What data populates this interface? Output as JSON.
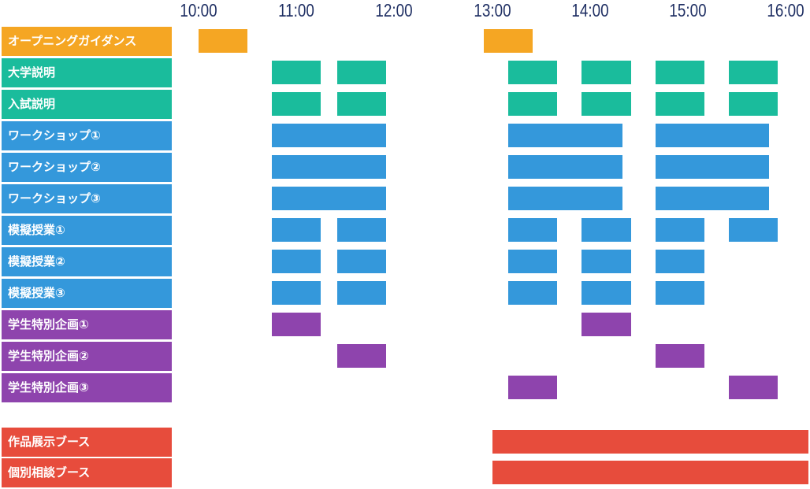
{
  "chart_data": {
    "type": "gantt",
    "time_ticks": [
      "10:00",
      "11:00",
      "12:00",
      "13:00",
      "14:00",
      "15:00",
      "16:00"
    ],
    "colors": {
      "opening": "#f5a623",
      "info": "#1abc9c",
      "program": "#3498db",
      "student": "#8e44ad",
      "booth": "#e74c3c",
      "tick_text": "#1f2f63"
    },
    "rows": [
      {
        "label": "オープニングガイダンス",
        "category": "opening",
        "sessions": [
          [
            "10:00",
            "10:30"
          ],
          [
            "12:55",
            "13:25"
          ]
        ]
      },
      {
        "label": "大学説明",
        "category": "info",
        "sessions": [
          [
            "10:45",
            "11:15"
          ],
          [
            "11:25",
            "11:55"
          ],
          [
            "13:10",
            "13:40"
          ],
          [
            "13:55",
            "14:25"
          ],
          [
            "14:40",
            "15:10"
          ],
          [
            "15:25",
            "15:55"
          ]
        ]
      },
      {
        "label": "入試説明",
        "category": "info",
        "sessions": [
          [
            "10:45",
            "11:15"
          ],
          [
            "11:25",
            "11:55"
          ],
          [
            "13:10",
            "13:40"
          ],
          [
            "13:55",
            "14:25"
          ],
          [
            "14:40",
            "15:10"
          ],
          [
            "15:25",
            "15:55"
          ]
        ]
      },
      {
        "label": "ワークショップ①",
        "category": "program",
        "sessions": [
          [
            "10:45",
            "11:55"
          ],
          [
            "13:10",
            "14:20"
          ],
          [
            "14:40",
            "15:50"
          ]
        ]
      },
      {
        "label": "ワークショップ②",
        "category": "program",
        "sessions": [
          [
            "10:45",
            "11:55"
          ],
          [
            "13:10",
            "14:20"
          ],
          [
            "14:40",
            "15:50"
          ]
        ]
      },
      {
        "label": "ワークショップ③",
        "category": "program",
        "sessions": [
          [
            "10:45",
            "11:55"
          ],
          [
            "13:10",
            "14:20"
          ],
          [
            "14:40",
            "15:50"
          ]
        ]
      },
      {
        "label": "模擬授業①",
        "category": "program",
        "sessions": [
          [
            "10:45",
            "11:15"
          ],
          [
            "11:25",
            "11:55"
          ],
          [
            "13:10",
            "13:40"
          ],
          [
            "13:55",
            "14:25"
          ],
          [
            "14:40",
            "15:10"
          ],
          [
            "15:25",
            "15:55"
          ]
        ]
      },
      {
        "label": "模擬授業②",
        "category": "program",
        "sessions": [
          [
            "10:45",
            "11:15"
          ],
          [
            "11:25",
            "11:55"
          ],
          [
            "13:10",
            "13:40"
          ],
          [
            "13:55",
            "14:25"
          ],
          [
            "14:40",
            "15:10"
          ]
        ]
      },
      {
        "label": "模擬授業③",
        "category": "program",
        "sessions": [
          [
            "10:45",
            "11:15"
          ],
          [
            "11:25",
            "11:55"
          ],
          [
            "13:10",
            "13:40"
          ],
          [
            "13:55",
            "14:25"
          ],
          [
            "14:40",
            "15:10"
          ]
        ]
      },
      {
        "label": "学生特別企画①",
        "category": "student",
        "sessions": [
          [
            "10:45",
            "11:15"
          ],
          [
            "13:55",
            "14:25"
          ]
        ]
      },
      {
        "label": "学生特別企画②",
        "category": "student",
        "sessions": [
          [
            "11:25",
            "11:55"
          ],
          [
            "14:40",
            "15:10"
          ]
        ]
      },
      {
        "label": "学生特別企画③",
        "category": "student",
        "sessions": [
          [
            "13:10",
            "13:40"
          ],
          [
            "15:25",
            "15:55"
          ]
        ]
      },
      {
        "label": "作品展示ブース",
        "category": "booth",
        "sessions": [
          [
            "13:00",
            "16:15"
          ]
        ]
      },
      {
        "label": "個別相談ブース",
        "category": "booth",
        "sessions": [
          [
            "13:00",
            "16:15"
          ]
        ]
      }
    ]
  }
}
